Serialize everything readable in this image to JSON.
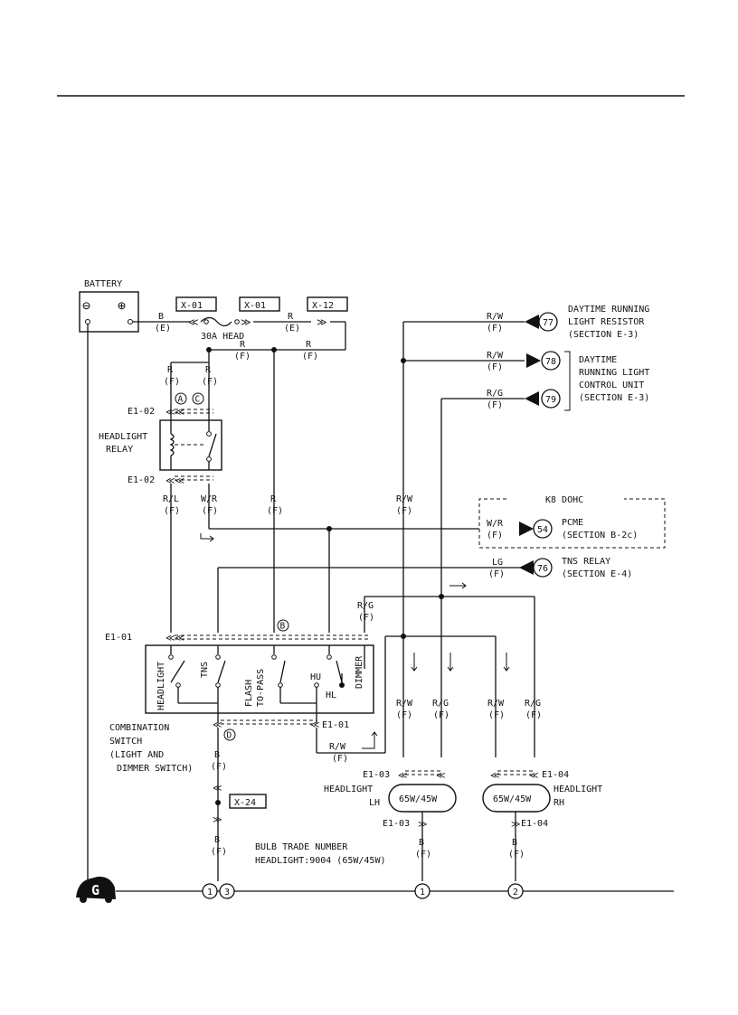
{
  "battery": {
    "label": "BATTERY",
    "minus": "⊖",
    "plus": "⊕"
  },
  "battery_wire": {
    "color": "B",
    "type": "(E)"
  },
  "fuse": {
    "conn_left": "X-01",
    "conn_right": "X-01",
    "conn_far": "X-12",
    "label": "30A HEAD"
  },
  "wires": {
    "r_e": {
      "color": "R",
      "type": "(E)"
    },
    "r_f_a": {
      "color": "R",
      "type": "(F)"
    },
    "r_f_b": {
      "color": "R",
      "type": "(F)"
    },
    "r_f_left": {
      "color": "R",
      "type": "(F)"
    },
    "r_f_left2": {
      "color": "R",
      "type": "(F)"
    },
    "r_l": {
      "color": "R/L",
      "type": "(F)"
    },
    "w_r": {
      "color": "W/R",
      "type": "(F)"
    },
    "r_f_mid": {
      "color": "R",
      "type": "(F)"
    },
    "r_w_mid": {
      "color": "R/W",
      "type": "(F)"
    },
    "r_g_sw": {
      "color": "R/G",
      "type": "(F)"
    },
    "r_w_sw": {
      "color": "R/W",
      "type": "(F)"
    },
    "b_sw": {
      "color": "B",
      "type": "(F)"
    },
    "b_ground": {
      "color": "B",
      "type": "(F)"
    },
    "hl_lh_rw": {
      "color": "R/W",
      "type": "(F)"
    },
    "hl_lh_rg": {
      "color": "R/G",
      "type": "(F)"
    },
    "hl_rh_rw": {
      "color": "R/W",
      "type": "(F)"
    },
    "hl_rh_rg": {
      "color": "R/G",
      "type": "(F)"
    },
    "b_lh": {
      "color": "B",
      "type": "(F)"
    },
    "b_rh": {
      "color": "B",
      "type": "(F)"
    }
  },
  "connectors": {
    "e1_02_top": "E1-02",
    "e1_02_bot": "E1-02",
    "e1_01_top": "E1-01",
    "e1_01_bot": "E1-01",
    "e1_03_top": "E1-03",
    "e1_03_bot": "E1-03",
    "e1_04_top": "E1-04",
    "e1_04_bot": "E1-04",
    "x24": "X-24"
  },
  "markers": {
    "a": "A",
    "b": "B",
    "c": "C",
    "d": "D"
  },
  "relay": {
    "line1": "HEADLIGHT",
    "line2": "RELAY"
  },
  "switch": {
    "headlight": "HEADLIGHT",
    "tns": "TNS",
    "flash1": "FLASH",
    "flash2": "TO-PASS",
    "hu": "HU",
    "hl": "HL",
    "dimmer": "DIMMER",
    "caption1": "COMBINATION",
    "caption2": "SWITCH",
    "caption3": "(LIGHT AND",
    "caption4": "DIMMER SWITCH)"
  },
  "refs": [
    {
      "wire": "R/W",
      "type": "(F)",
      "num": "77",
      "lines": [
        "DAYTIME RUNNING",
        "LIGHT RESISTOR",
        "(SECTION E-3)"
      ]
    },
    {
      "wire": "R/W",
      "type": "(F)",
      "num": "78",
      "lines": [
        "DAYTIME",
        "RUNNING LIGHT",
        "CONTROL UNIT",
        "(SECTION E-3)"
      ]
    },
    {
      "wire": "R/G",
      "type": "(F)",
      "num": "79",
      "lines": []
    },
    {
      "wire": "W/R",
      "type": "(F)",
      "num": "54",
      "lines": [
        "PCME",
        "(SECTION B-2c)"
      ]
    },
    {
      "wire": "LG",
      "type": "(F)",
      "num": "76",
      "lines": [
        "TNS RELAY",
        "(SECTION E-4)"
      ]
    }
  ],
  "k8_box": {
    "label": "K8 DOHC"
  },
  "headlights": {
    "lh": {
      "rating": "65W/45W",
      "name1": "HEADLIGHT",
      "name2": "LH"
    },
    "rh": {
      "rating": "65W/45W",
      "name1": "HEADLIGHT",
      "name2": "RH"
    }
  },
  "bulb_note": {
    "line1": "BULB TRADE NUMBER",
    "line2": "HEADLIGHT:9004 (65W/45W)"
  },
  "ground": {
    "symbol": "G",
    "points": [
      "1",
      "3",
      "1",
      "2"
    ]
  }
}
